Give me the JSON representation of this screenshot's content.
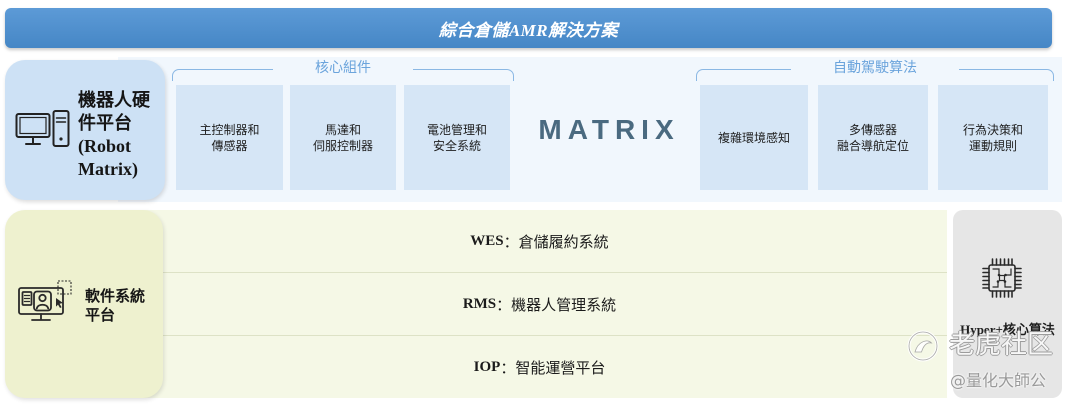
{
  "banner": {
    "title": "綜合倉儲AMR解決方案"
  },
  "hardware": {
    "icon": "computer-icon",
    "title_lines": [
      "機器人硬",
      "件平台",
      "(Robot",
      "Matrix)"
    ],
    "core_components": {
      "label": "核心組件",
      "items": [
        {
          "lines": [
            "主控制器和",
            "傳感器"
          ]
        },
        {
          "lines": [
            "馬達和",
            "伺服控制器"
          ]
        },
        {
          "lines": [
            "電池管理和",
            "安全系統"
          ]
        }
      ]
    },
    "logo_text": "MATRIX",
    "autonomous_driving": {
      "label": "自動駕駛算法",
      "items": [
        {
          "lines": [
            "複雜環境感知"
          ]
        },
        {
          "lines": [
            "多傳感器",
            "融合導航定位"
          ]
        },
        {
          "lines": [
            "行為決策和",
            "運動規則"
          ]
        }
      ]
    }
  },
  "software": {
    "icon": "user-monitor-icon",
    "title_lines": [
      "軟件系統",
      "平台"
    ],
    "systems": [
      {
        "code": "WES",
        "separator": "：",
        "name": "倉儲履約系統"
      },
      {
        "code": "RMS",
        "separator": "：",
        "name": "機器人管理系統"
      },
      {
        "code": "IOP",
        "separator": "：",
        "name": "智能運營平台"
      }
    ]
  },
  "algorithm": {
    "icon": "chip-icon",
    "label": "Hyper+核心算法"
  },
  "watermark": {
    "icon": "tiger-logo-icon",
    "brand": "老虎社区",
    "handle": "@量化大師公"
  },
  "colors": {
    "banner": "#4a8fd2",
    "hardware_panel": "#cde1f5",
    "hardware_strip": "#f1f7fd",
    "component_box": "#d6e6f6",
    "bracket": "#8bb8e4",
    "bracket_label": "#6ba4dc",
    "software_panel": "#eef1cf",
    "software_row": "#f5f8e6",
    "algorithm_panel": "#e6e6e6",
    "logo": "#4a6a80"
  }
}
